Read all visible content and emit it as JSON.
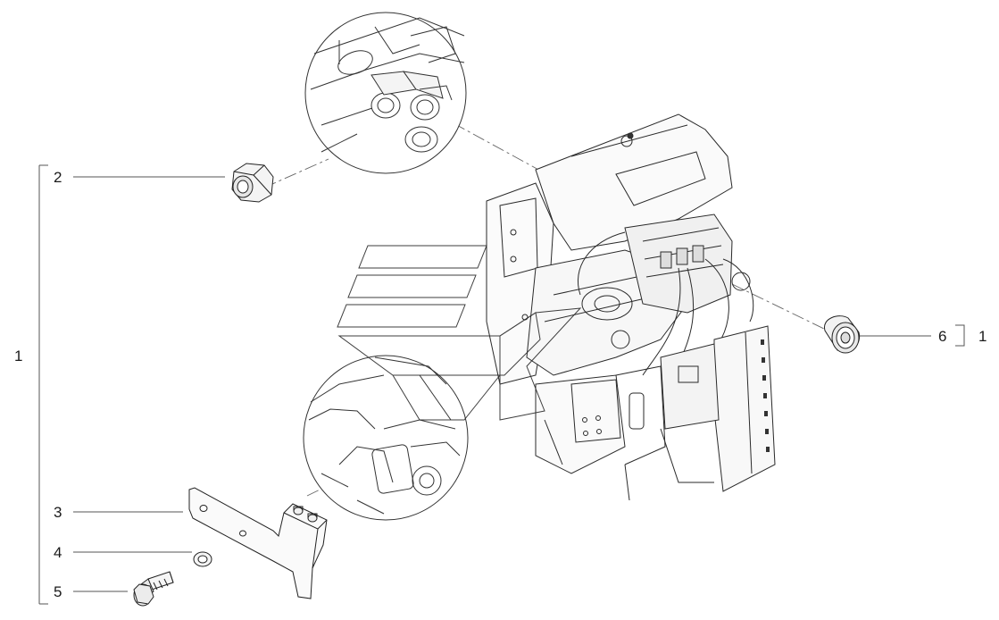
{
  "callouts": {
    "c1": "1",
    "c2": "2",
    "c3": "3",
    "c4": "4",
    "c5": "5",
    "c6": "6",
    "c6_group": "1"
  },
  "colors": {
    "ink": "#2a2a2a",
    "line": "#555555",
    "part_fill": "#f2f2f2",
    "shade": "#cfcfcf",
    "watermark": "#c8c8c8"
  }
}
